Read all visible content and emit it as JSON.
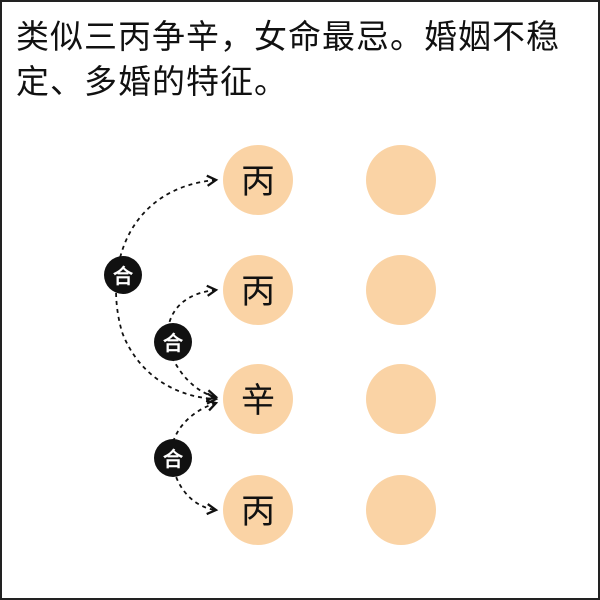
{
  "title": "类似三丙争辛，女命最忌。婚姻不稳定、多婚的特征。",
  "colors": {
    "circle_fill": "#FAD3A5",
    "badge_fill": "#111111",
    "arrow_color": "#111111"
  },
  "left_column": [
    {
      "char": "丙"
    },
    {
      "char": "丙"
    },
    {
      "char": "辛"
    },
    {
      "char": "丙"
    }
  ],
  "right_column": [
    {
      "char": ""
    },
    {
      "char": ""
    },
    {
      "char": ""
    },
    {
      "char": ""
    }
  ],
  "combine_labels": [
    {
      "label": "合"
    },
    {
      "label": "合"
    },
    {
      "label": "合"
    }
  ]
}
